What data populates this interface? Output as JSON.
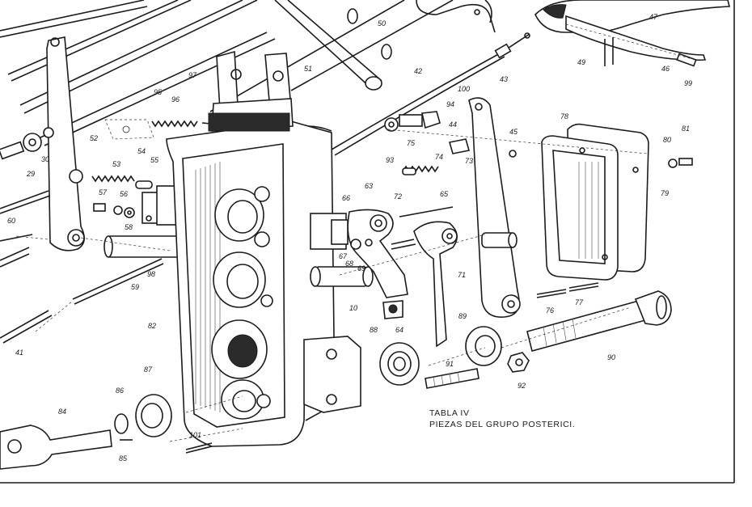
{
  "caption": {
    "line1": "TABLA IV",
    "line2": "PIEZAS DEL GRUPO POSTERICI."
  },
  "part_numbers": [
    "50",
    "47",
    "42",
    "97",
    "51",
    "43",
    "49",
    "46",
    "99",
    "95",
    "96",
    "100",
    "94",
    "44",
    "45",
    "52",
    "78",
    "54",
    "75",
    "74",
    "73",
    "53",
    "55",
    "93",
    "81",
    "80",
    "30",
    "29",
    "56",
    "57",
    "66",
    "63",
    "72",
    "65",
    "79",
    "58",
    "60",
    "67",
    "68",
    "69",
    "71",
    "98",
    "59",
    "10",
    "88",
    "64",
    "89",
    "76",
    "77",
    "82",
    "41",
    "90",
    "87",
    "91",
    "86",
    "92",
    "84",
    "101",
    "85"
  ],
  "colors": {
    "ink": "#1c1c1c",
    "paper": "#ffffff"
  }
}
